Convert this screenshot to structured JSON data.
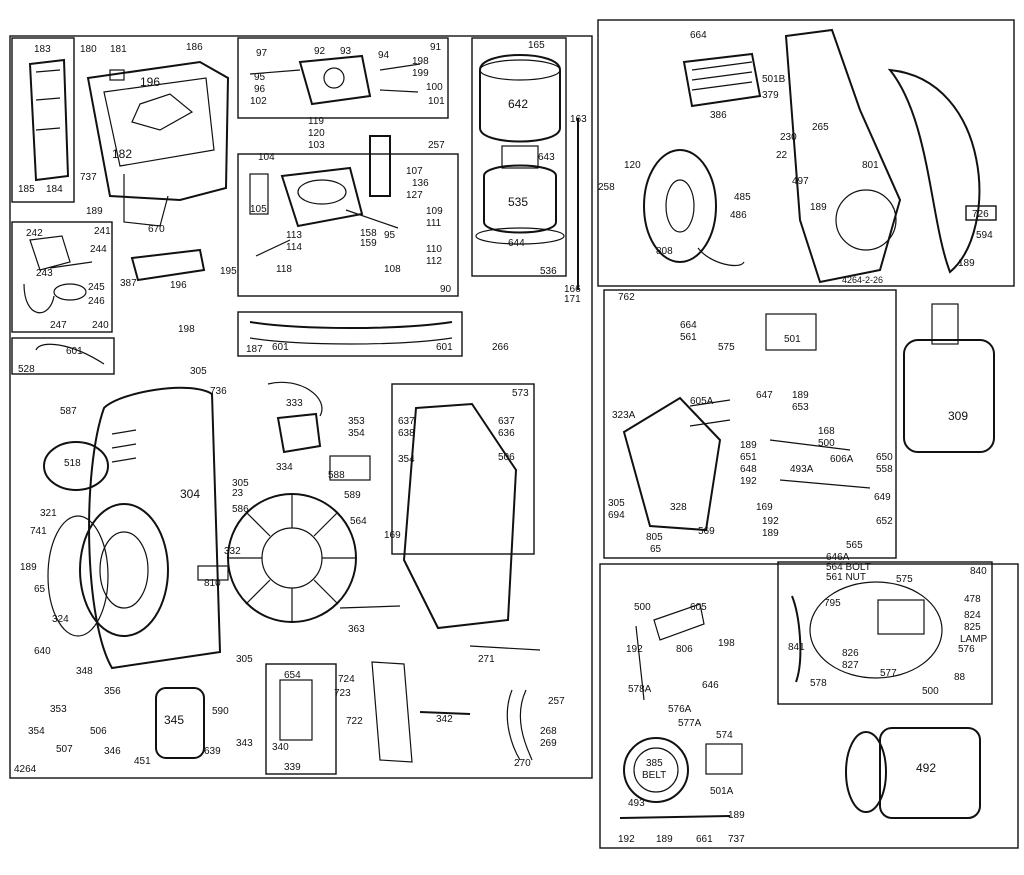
{
  "diagram_code": "4264",
  "stamp": "4264-2-26",
  "group_boxes": {
    "g183": "183",
    "g91": "91",
    "g90": "90",
    "g536": "536",
    "g241": "241",
    "g240": "240",
    "g528": "528",
    "g187": "187",
    "g573": "573",
    "g339": "339",
    "g726": "726",
    "g762": "762",
    "g840": "840"
  },
  "callouts": {
    "c180": "180",
    "c181": "181",
    "c186": "186",
    "c196": "196",
    "c182": "182",
    "c185": "185",
    "c184": "184",
    "c737a": "737",
    "c189a": "189",
    "c670": "670",
    "c97": "97",
    "c92": "92",
    "c93": "93",
    "c94": "94",
    "c95a": "95",
    "c96": "96",
    "c102": "102",
    "c198a": "198",
    "c199": "199",
    "c100": "100",
    "c101": "101",
    "c165": "165",
    "c642": "642",
    "c643": "643",
    "c535": "535",
    "c644": "644",
    "c163": "163",
    "c166": "166",
    "c171": "171",
    "c119": "119",
    "c120a": "120",
    "c103": "103",
    "c257a": "257",
    "c104": "104",
    "c107": "107",
    "c136": "136",
    "c127": "127",
    "c105": "105",
    "c109": "109",
    "c111": "111",
    "c95b": "95",
    "c110": "110",
    "c112": "112",
    "c158": "158",
    "c159": "159",
    "c108": "108",
    "c113": "113",
    "c114": "114",
    "c118": "118",
    "c242": "242",
    "c244": "244",
    "c243": "243",
    "c245": "245",
    "c246": "246",
    "c247": "247",
    "c387": "387",
    "c195": "195",
    "c196b": "196",
    "c198b": "198",
    "c601a": "601",
    "c601b": "601",
    "c601c": "601",
    "c266": "266",
    "c305a": "305",
    "c736": "736",
    "c587": "587",
    "c518": "518",
    "c304": "304",
    "c305b": "305",
    "c23": "23",
    "c333": "333",
    "c334": "334",
    "c353a": "353",
    "c354a": "354",
    "c637a": "637",
    "c638": "638",
    "c354b": "354",
    "c637b": "637",
    "c636": "636",
    "c506a": "506",
    "c588": "588",
    "c589": "589",
    "c586": "586",
    "c321": "321",
    "c741": "741",
    "c332": "332",
    "c810": "810",
    "c564": "564",
    "c169a": "169",
    "c189b": "189",
    "c65a": "65",
    "c324": "324",
    "c363": "363",
    "c305c": "305",
    "c271": "271",
    "c640": "640",
    "c348": "348",
    "c356": "356",
    "c353b": "353",
    "c354c": "354",
    "c506b": "506",
    "c507": "507",
    "c345": "345",
    "c590": "590",
    "c343": "343",
    "c346": "346",
    "c451": "451",
    "c639": "639",
    "c654": "654",
    "c724": "724",
    "c723": "723",
    "c722": "722",
    "c340": "340",
    "c342": "342",
    "c257b": "257",
    "c268": "268",
    "c269": "269",
    "c270": "270",
    "c664a": "664",
    "c501b": "501B",
    "c379": "379",
    "c386": "386",
    "c120b": "120",
    "c258": "258",
    "c485": "485",
    "c486": "486",
    "c808": "808",
    "c230": "230",
    "c265": "265",
    "c22": "22",
    "c801": "801",
    "c497": "497",
    "c189c": "189",
    "c594": "594",
    "c189d": "189",
    "c664b": "664",
    "c561": "561",
    "c575a": "575",
    "c501": "501",
    "c309": "309",
    "c323a": "323A",
    "c605a": "605A",
    "c647": "647",
    "c189e": "189",
    "c653": "653",
    "c168": "168",
    "c500a": "500",
    "c189f": "189",
    "c651": "651",
    "c648": "648",
    "c192a": "192",
    "c606a": "606A",
    "c650": "650",
    "c558": "558",
    "c493a": "493A",
    "c649": "649",
    "c305d": "305",
    "c694": "694",
    "c328": "328",
    "c169b": "169",
    "c192b": "192",
    "c189g": "189",
    "c652": "652",
    "c805": "805",
    "c65b": "65",
    "c569": "569",
    "c565": "565",
    "c646a": "646A",
    "c564bolt": "564 BOLT",
    "c561nut": "561 NUT",
    "c575b": "575",
    "c795": "795",
    "c478": "478",
    "c824": "824",
    "c825": "825",
    "c lamp": "LAMP",
    "c841": "841",
    "c826": "826",
    "c827": "827",
    "c577": "577",
    "c576": "576",
    "c578": "578",
    "c500b": "500",
    "c88": "88",
    "c500c": "500",
    "c605": "605",
    "c192c": "192",
    "c806": "806",
    "c198c": "198",
    "c646": "646",
    "c578a": "578A",
    "c576a": "576A",
    "c577a": "577A",
    "c574": "574",
    "c385": "385",
    "cbelt": "BELT",
    "c501a": "501A",
    "c493": "493",
    "c192d": "192",
    "c189h": "189",
    "c661": "661",
    "c189i": "189",
    "c737b": "737",
    "c492": "492"
  },
  "colors": {
    "ink": "#111111",
    "paper": "#ffffff"
  }
}
